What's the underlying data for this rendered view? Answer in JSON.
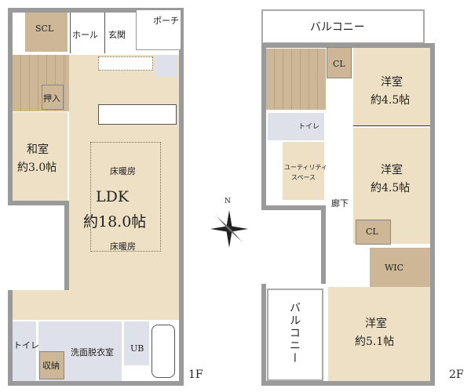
{
  "floor1": {
    "label": "1F",
    "rooms": {
      "scl": "SCL",
      "hall": "ホール",
      "entrance": "玄関",
      "porch": "ポーチ",
      "closet": "押入",
      "washitsu_name": "和室",
      "washitsu_size": "約3.0帖",
      "ldk_name": "LDK",
      "ldk_size": "約18.0帖",
      "floor_heating_1": "床暖房",
      "floor_heating_2": "床暖房",
      "toilet": "トイレ",
      "storage": "収納",
      "washroom": "洗面脱衣室",
      "unit_bath": "UB"
    }
  },
  "floor2": {
    "label": "2F",
    "rooms": {
      "balcony_top": "バルコニー",
      "cl1": "CL",
      "room1_name": "洋室",
      "room1_size": "約4.5帖",
      "room2_name": "洋室",
      "room2_size": "約4.5帖",
      "toilet": "トイレ",
      "utility_1": "ユーティリティ",
      "utility_2": "スペース",
      "corridor": "廊下",
      "cl2": "CL",
      "wic": "WIC",
      "balcony_side": "バルコニー",
      "room3_name": "洋室",
      "room3_size": "約5.1帖"
    }
  },
  "compass": {
    "north": "N"
  },
  "colors": {
    "wall": "#9a9a9a",
    "floor": "#ede0c4",
    "storage": "#cdb797",
    "wet": "#dfe1ea"
  }
}
